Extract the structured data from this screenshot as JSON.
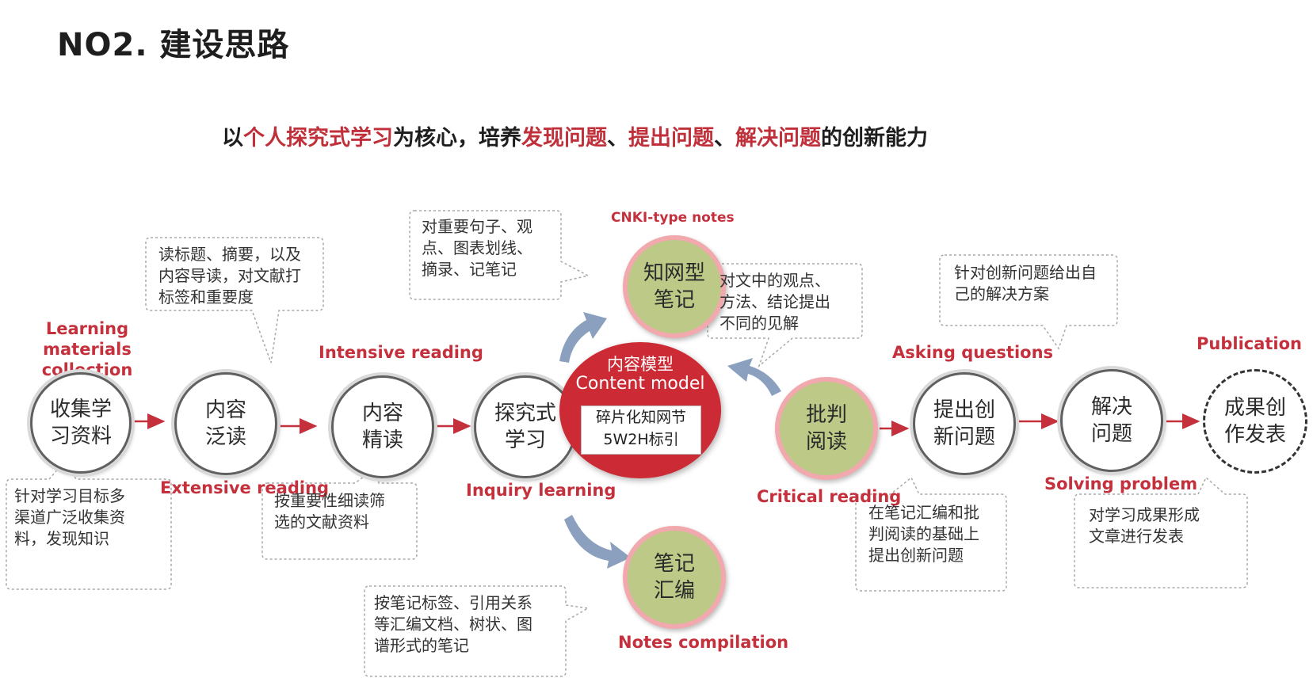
{
  "title": "NO2. 建设思路",
  "subtitle": {
    "p1": "以",
    "h1": "个人探究式学习",
    "p2": "为核心，培养",
    "h2": "发现问题",
    "p3": "、",
    "h3": "提出问题",
    "p4": "、",
    "h4": "解决问题",
    "p5": "的创新能力"
  },
  "colors": {
    "accent_red": "#c4313d",
    "core_red": "#cc2a34",
    "node_green": "#bcc987",
    "arrow_blue": "#8aa0be"
  },
  "nodes": {
    "collect": {
      "label": "收集学\n习资料",
      "en": "Learning materials\ncollection",
      "note": "针对学习目标多\n渠道广泛收集资\n料，发现知识"
    },
    "extensive": {
      "label": "内容\n泛读",
      "en": "Extensive reading",
      "note": "读标题、摘要，以及\n内容导读，对文献打\n标签和重要度"
    },
    "intensive": {
      "label": "内容\n精读",
      "en": "Intensive reading",
      "note": "按重要性细读筛\n选的文献资料"
    },
    "inquiry": {
      "label": "探究式\n学习",
      "en": "Inquiry learning"
    },
    "cnki_notes": {
      "label": "知网型\n笔记",
      "en": "CNKI-type notes",
      "note": "对重要句子、观\n点、图表划线、\n摘录、记笔记"
    },
    "compile": {
      "label": "笔记\n汇编",
      "en": "Notes compilation",
      "note": "按笔记标签、引用关系\n等汇编文档、树状、图\n谱形式的笔记"
    },
    "critical": {
      "label": "批判\n阅读",
      "en": "Critical reading",
      "note": "对文中的观点、\n方法、结论提出\n不同的见解"
    },
    "ask": {
      "label": "提出创\n新问题",
      "en": "Asking questions",
      "note": "在笔记汇编和批\n判阅读的基础上\n提出创新问题"
    },
    "solve": {
      "label": "解决\n问题",
      "en": "Solving  problem",
      "note": "针对创新问题给出自\n己的解决方案"
    },
    "publish": {
      "label": "成果创\n作发表",
      "en": "Publication",
      "note": "对学习成果形成\n文章进行发表"
    }
  },
  "core": {
    "cn": "内容模型",
    "en": "Content model",
    "box_line1": "碎片化知网节",
    "box_line2": "5W2H标引"
  }
}
